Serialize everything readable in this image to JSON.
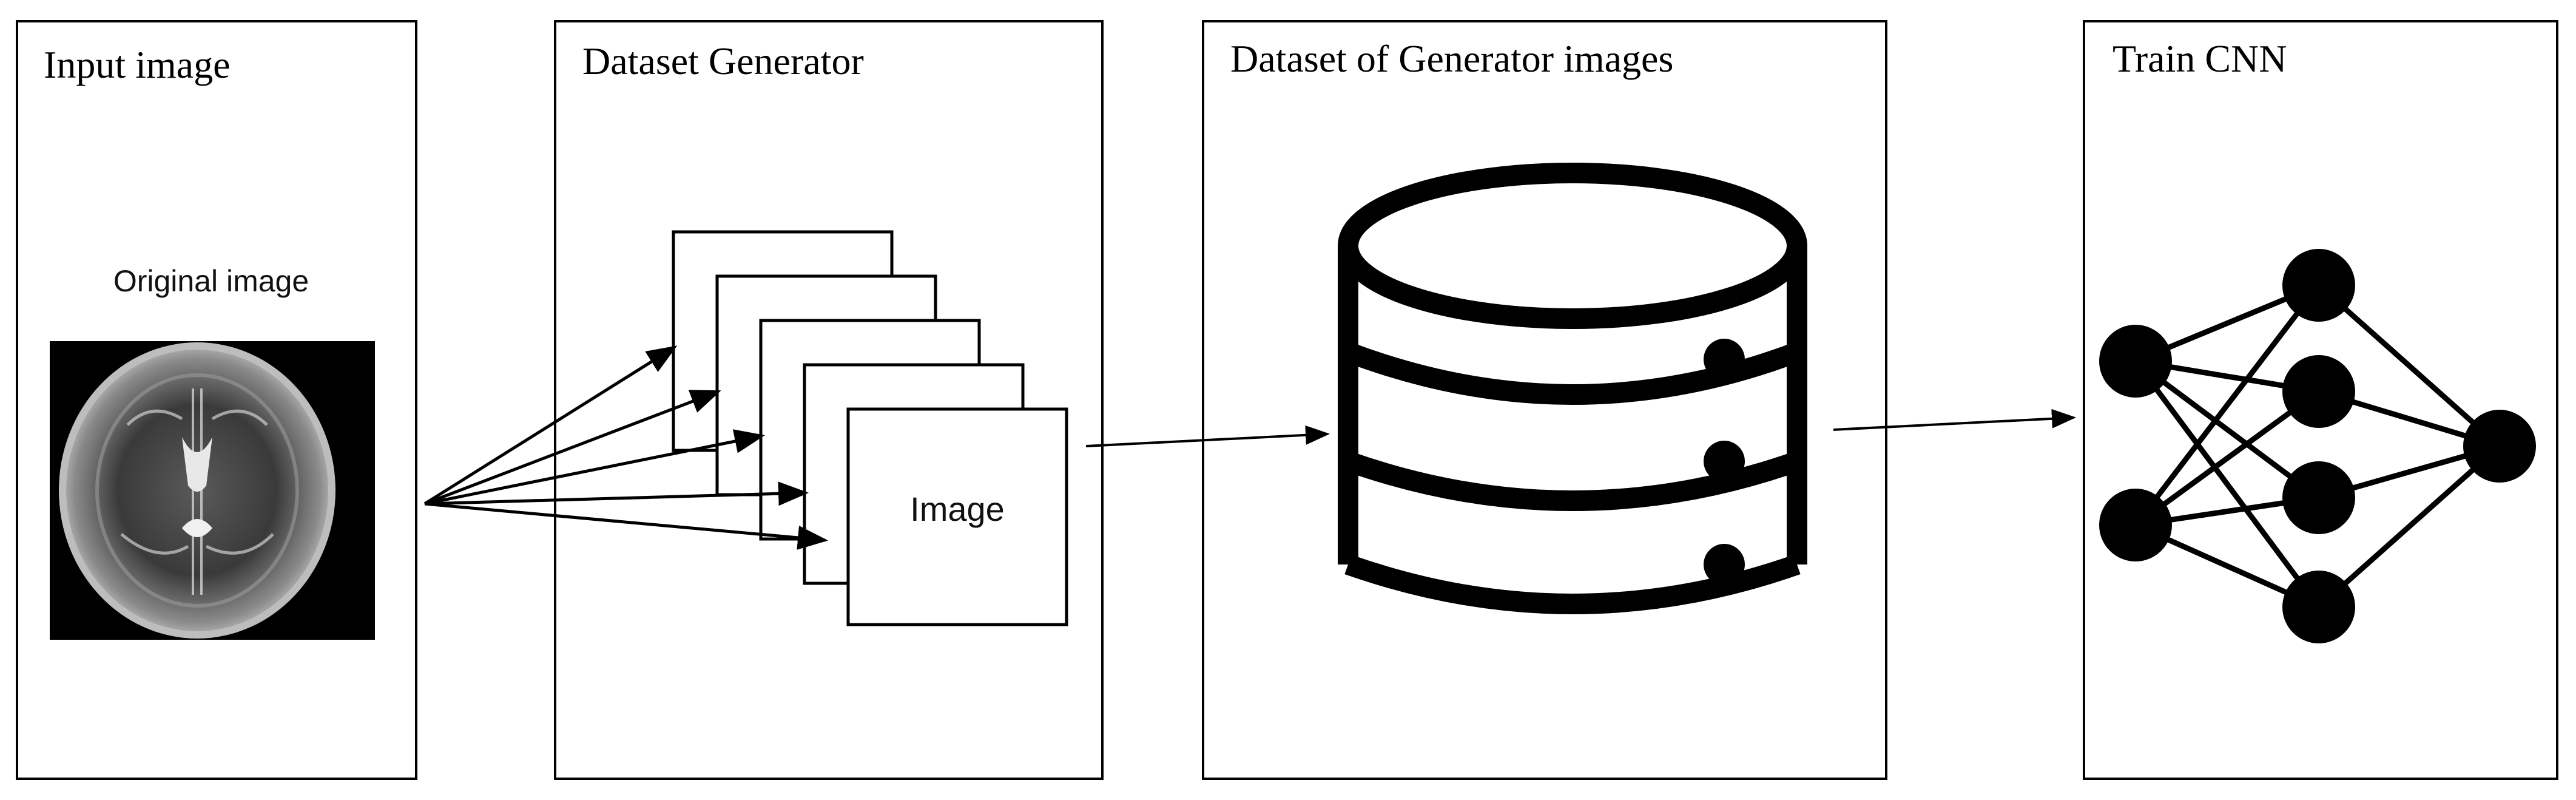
{
  "panels": [
    {
      "title": "Input image"
    },
    {
      "title": "Dataset Generator"
    },
    {
      "title": "Dataset of Generator images"
    },
    {
      "title": "Train CNN"
    }
  ],
  "input": {
    "caption": "Original image"
  },
  "generator": {
    "front_card_label": "Image"
  },
  "colors": {
    "line": "#000000",
    "background": "#ffffff",
    "mri_background": "#000000"
  },
  "icons": {
    "dataset": "database-icon",
    "network": "neural-network-icon",
    "scan": "brain-mri-image"
  }
}
